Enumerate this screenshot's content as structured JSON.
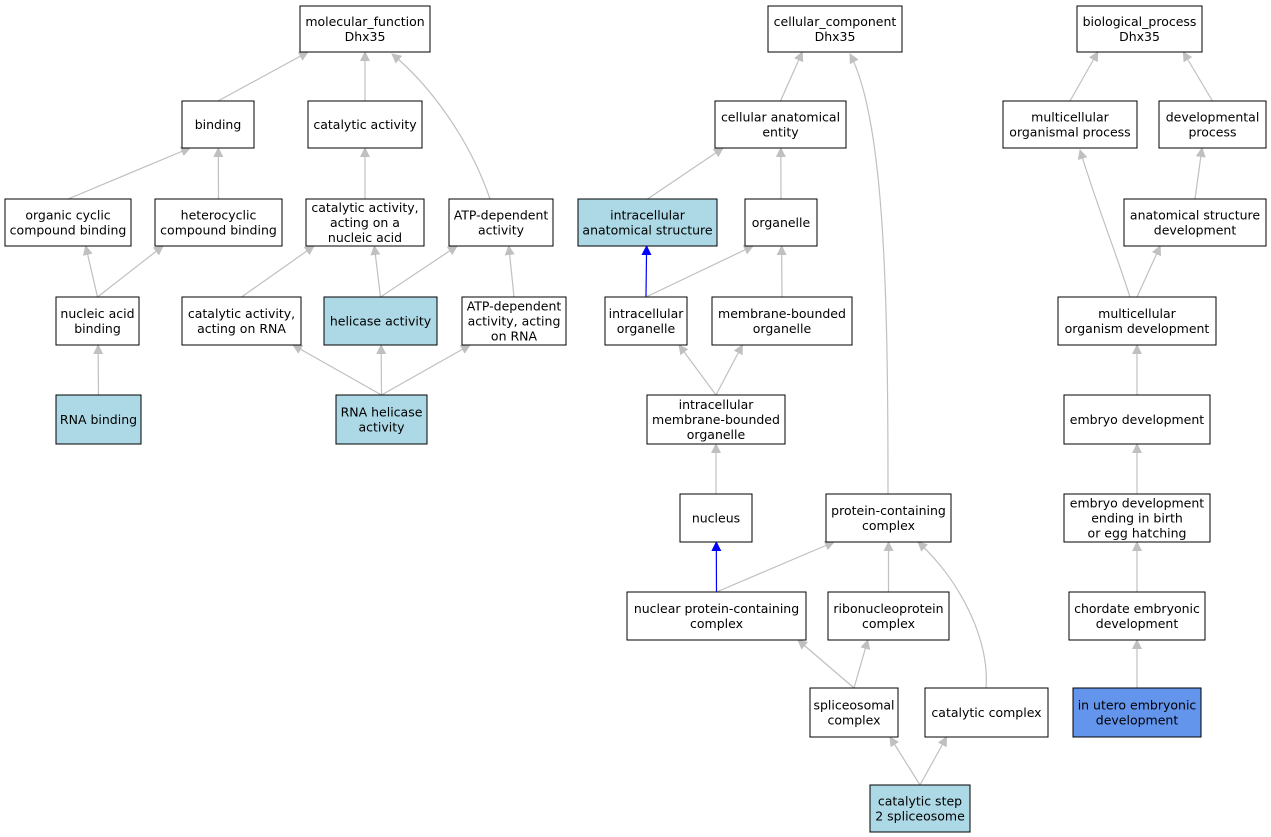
{
  "colors": {
    "default_fill": "#ffffff",
    "annotated_fill": "#add8e6",
    "query_fill": "#6495ed",
    "edge_default": "#c0c0c0",
    "edge_highlight": "#0000ff"
  },
  "nodes": {
    "mf_root": {
      "lines": [
        "molecular_function",
        "Dhx35"
      ],
      "style": "default"
    },
    "cc_root": {
      "lines": [
        "cellular_component",
        "Dhx35"
      ],
      "style": "default"
    },
    "bp_root": {
      "lines": [
        "biological_process",
        "Dhx35"
      ],
      "style": "default"
    },
    "binding": {
      "lines": [
        "binding"
      ],
      "style": "default"
    },
    "catalytic_activity": {
      "lines": [
        "catalytic activity"
      ],
      "style": "default"
    },
    "cellular_anatomical_entity": {
      "lines": [
        "cellular anatomical",
        "entity"
      ],
      "style": "default"
    },
    "multicellular_organismal_process": {
      "lines": [
        "multicellular",
        "organismal process"
      ],
      "style": "default"
    },
    "developmental_process": {
      "lines": [
        "developmental",
        "process"
      ],
      "style": "default"
    },
    "organic_cyclic_compound_binding": {
      "lines": [
        "organic cyclic",
        "compound binding"
      ],
      "style": "default"
    },
    "heterocyclic_compound_binding": {
      "lines": [
        "heterocyclic",
        "compound binding"
      ],
      "style": "default"
    },
    "catalytic_on_nucleic_acid": {
      "lines": [
        "catalytic activity,",
        "acting on a",
        "nucleic acid"
      ],
      "style": "default"
    },
    "atp_dependent_activity": {
      "lines": [
        "ATP-dependent",
        "activity"
      ],
      "style": "default"
    },
    "intracellular_anatomical_structure": {
      "lines": [
        "intracellular",
        "anatomical structure"
      ],
      "style": "annotated"
    },
    "organelle": {
      "lines": [
        "organelle"
      ],
      "style": "default"
    },
    "anatomical_structure_development": {
      "lines": [
        "anatomical structure",
        "development"
      ],
      "style": "default"
    },
    "nucleic_acid_binding": {
      "lines": [
        "nucleic acid",
        "binding"
      ],
      "style": "default"
    },
    "catalytic_on_rna": {
      "lines": [
        "catalytic activity,",
        "acting on RNA"
      ],
      "style": "default"
    },
    "helicase_activity": {
      "lines": [
        "helicase activity"
      ],
      "style": "annotated"
    },
    "atp_dependent_on_rna": {
      "lines": [
        "ATP-dependent",
        "activity, acting",
        "on RNA"
      ],
      "style": "default"
    },
    "intracellular_organelle": {
      "lines": [
        "intracellular",
        "organelle"
      ],
      "style": "default"
    },
    "membrane_bounded_organelle": {
      "lines": [
        "membrane-bounded",
        "organelle"
      ],
      "style": "default"
    },
    "multicellular_organism_development": {
      "lines": [
        "multicellular",
        "organism development"
      ],
      "style": "default"
    },
    "rna_binding": {
      "lines": [
        "RNA binding"
      ],
      "style": "annotated"
    },
    "rna_helicase_activity": {
      "lines": [
        "RNA helicase",
        "activity"
      ],
      "style": "annotated"
    },
    "intracellular_membrane_bounded_organelle": {
      "lines": [
        "intracellular",
        "membrane-bounded",
        "organelle"
      ],
      "style": "default"
    },
    "embryo_development": {
      "lines": [
        "embryo development"
      ],
      "style": "default"
    },
    "nucleus": {
      "lines": [
        "nucleus"
      ],
      "style": "default"
    },
    "protein_containing_complex": {
      "lines": [
        "protein-containing",
        "complex"
      ],
      "style": "default"
    },
    "embryo_development_birth": {
      "lines": [
        "embryo development",
        "ending in birth",
        "or egg hatching"
      ],
      "style": "default"
    },
    "nuclear_protein_containing_complex": {
      "lines": [
        "nuclear protein-containing",
        "complex"
      ],
      "style": "default"
    },
    "ribonucleoprotein_complex": {
      "lines": [
        "ribonucleoprotein",
        "complex"
      ],
      "style": "default"
    },
    "chordate_embryonic_development": {
      "lines": [
        "chordate embryonic",
        "development"
      ],
      "style": "default"
    },
    "spliceosomal_complex": {
      "lines": [
        "spliceosomal",
        "complex"
      ],
      "style": "default"
    },
    "catalytic_complex": {
      "lines": [
        "catalytic complex"
      ],
      "style": "default"
    },
    "in_utero_embryonic_development": {
      "lines": [
        "in utero embryonic",
        "development"
      ],
      "style": "query"
    },
    "catalytic_step_2_spliceosome": {
      "lines": [
        "catalytic step",
        "2 spliceosome"
      ],
      "style": "annotated"
    }
  },
  "edges": [
    {
      "from": "binding",
      "to": "mf_root",
      "highlight": false
    },
    {
      "from": "catalytic_activity",
      "to": "mf_root",
      "highlight": false
    },
    {
      "from": "atp_dependent_activity",
      "to": "mf_root",
      "highlight": false
    },
    {
      "from": "organic_cyclic_compound_binding",
      "to": "binding",
      "highlight": false
    },
    {
      "from": "heterocyclic_compound_binding",
      "to": "binding",
      "highlight": false
    },
    {
      "from": "catalytic_on_nucleic_acid",
      "to": "catalytic_activity",
      "highlight": false
    },
    {
      "from": "nucleic_acid_binding",
      "to": "organic_cyclic_compound_binding",
      "highlight": false
    },
    {
      "from": "nucleic_acid_binding",
      "to": "heterocyclic_compound_binding",
      "highlight": false
    },
    {
      "from": "catalytic_on_rna",
      "to": "catalytic_on_nucleic_acid",
      "highlight": false
    },
    {
      "from": "helicase_activity",
      "to": "catalytic_on_nucleic_acid",
      "highlight": false
    },
    {
      "from": "helicase_activity",
      "to": "atp_dependent_activity",
      "highlight": false
    },
    {
      "from": "atp_dependent_on_rna",
      "to": "atp_dependent_activity",
      "highlight": false
    },
    {
      "from": "rna_binding",
      "to": "nucleic_acid_binding",
      "highlight": false
    },
    {
      "from": "rna_helicase_activity",
      "to": "catalytic_on_rna",
      "highlight": false
    },
    {
      "from": "rna_helicase_activity",
      "to": "helicase_activity",
      "highlight": false
    },
    {
      "from": "rna_helicase_activity",
      "to": "atp_dependent_on_rna",
      "highlight": false
    },
    {
      "from": "cellular_anatomical_entity",
      "to": "cc_root",
      "highlight": false
    },
    {
      "from": "protein_containing_complex",
      "to": "cc_root",
      "highlight": false
    },
    {
      "from": "intracellular_anatomical_structure",
      "to": "cellular_anatomical_entity",
      "highlight": false
    },
    {
      "from": "organelle",
      "to": "cellular_anatomical_entity",
      "highlight": false
    },
    {
      "from": "intracellular_organelle",
      "to": "intracellular_anatomical_structure",
      "highlight": true
    },
    {
      "from": "intracellular_organelle",
      "to": "organelle",
      "highlight": false
    },
    {
      "from": "membrane_bounded_organelle",
      "to": "organelle",
      "highlight": false
    },
    {
      "from": "intracellular_membrane_bounded_organelle",
      "to": "intracellular_organelle",
      "highlight": false
    },
    {
      "from": "intracellular_membrane_bounded_organelle",
      "to": "membrane_bounded_organelle",
      "highlight": false
    },
    {
      "from": "nucleus",
      "to": "intracellular_membrane_bounded_organelle",
      "highlight": false
    },
    {
      "from": "nuclear_protein_containing_complex",
      "to": "nucleus",
      "highlight": true
    },
    {
      "from": "nuclear_protein_containing_complex",
      "to": "protein_containing_complex",
      "highlight": false
    },
    {
      "from": "ribonucleoprotein_complex",
      "to": "protein_containing_complex",
      "highlight": false
    },
    {
      "from": "catalytic_complex",
      "to": "protein_containing_complex",
      "highlight": false
    },
    {
      "from": "spliceosomal_complex",
      "to": "nuclear_protein_containing_complex",
      "highlight": false
    },
    {
      "from": "spliceosomal_complex",
      "to": "ribonucleoprotein_complex",
      "highlight": false
    },
    {
      "from": "catalytic_step_2_spliceosome",
      "to": "spliceosomal_complex",
      "highlight": false
    },
    {
      "from": "catalytic_step_2_spliceosome",
      "to": "catalytic_complex",
      "highlight": false
    },
    {
      "from": "multicellular_organismal_process",
      "to": "bp_root",
      "highlight": false
    },
    {
      "from": "developmental_process",
      "to": "bp_root",
      "highlight": false
    },
    {
      "from": "anatomical_structure_development",
      "to": "developmental_process",
      "highlight": false
    },
    {
      "from": "multicellular_organism_development",
      "to": "multicellular_organismal_process",
      "highlight": false
    },
    {
      "from": "multicellular_organism_development",
      "to": "anatomical_structure_development",
      "highlight": false
    },
    {
      "from": "embryo_development",
      "to": "multicellular_organism_development",
      "highlight": false
    },
    {
      "from": "embryo_development_birth",
      "to": "embryo_development",
      "highlight": false
    },
    {
      "from": "chordate_embryonic_development",
      "to": "embryo_development_birth",
      "highlight": false
    },
    {
      "from": "in_utero_embryonic_development",
      "to": "chordate_embryonic_development",
      "highlight": false
    }
  ]
}
